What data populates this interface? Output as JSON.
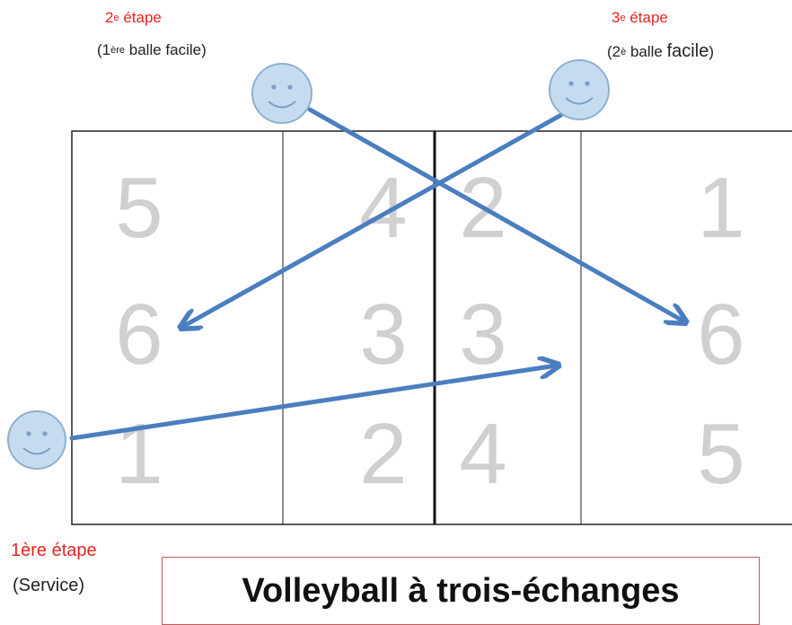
{
  "title": "Volleyball à trois-échanges",
  "steps": {
    "step1": {
      "label": "1ère étape",
      "detail": "(Service)"
    },
    "step2": {
      "num": "2",
      "sup": "e",
      "label": " étape",
      "paren_open": "(1",
      "paren_sup": "ère",
      "paren_rest": " balle facile)"
    },
    "step3": {
      "num": "3",
      "sup": "e",
      "label": " étape",
      "paren_open": "(2",
      "paren_sup": "è",
      "paren_mid": " balle ",
      "paren_big": "facile",
      "paren_close": ")"
    }
  },
  "court": {
    "left_zones": {
      "back_row": [
        "5",
        "6",
        "1"
      ],
      "front_row": [
        "4",
        "3",
        "2"
      ]
    },
    "right_zones": {
      "front_row": [
        "2",
        "3",
        "4"
      ],
      "back_row": [
        "1",
        "6",
        "5"
      ]
    }
  },
  "colors": {
    "arrow": "#4a7ec0",
    "zone_number": "#d0d0d0",
    "court_line": "#222222",
    "step_label": "#e8231f",
    "face_fill": "#c5dcf0",
    "face_stroke": "#8fb0d0",
    "title_border": "#c25a5a"
  },
  "icons": [
    "smiley-face-icon",
    "arrow-icon"
  ]
}
